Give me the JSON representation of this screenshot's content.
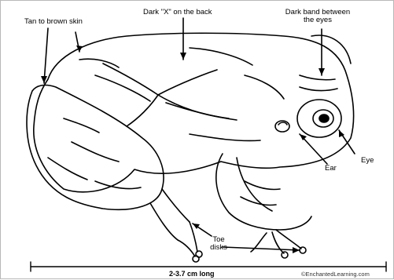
{
  "labels": {
    "skin": "Tan to brown skin",
    "x_back": "Dark \"X\" on the back",
    "band_line1": "Dark band between",
    "band_line2": "the eyes",
    "eye": "Eye",
    "ear": "Ear",
    "toe_line1": "Toe",
    "toe_line2": "disks",
    "length": "2-3.7 cm long",
    "credit": "©EnchantedLearning.com"
  }
}
